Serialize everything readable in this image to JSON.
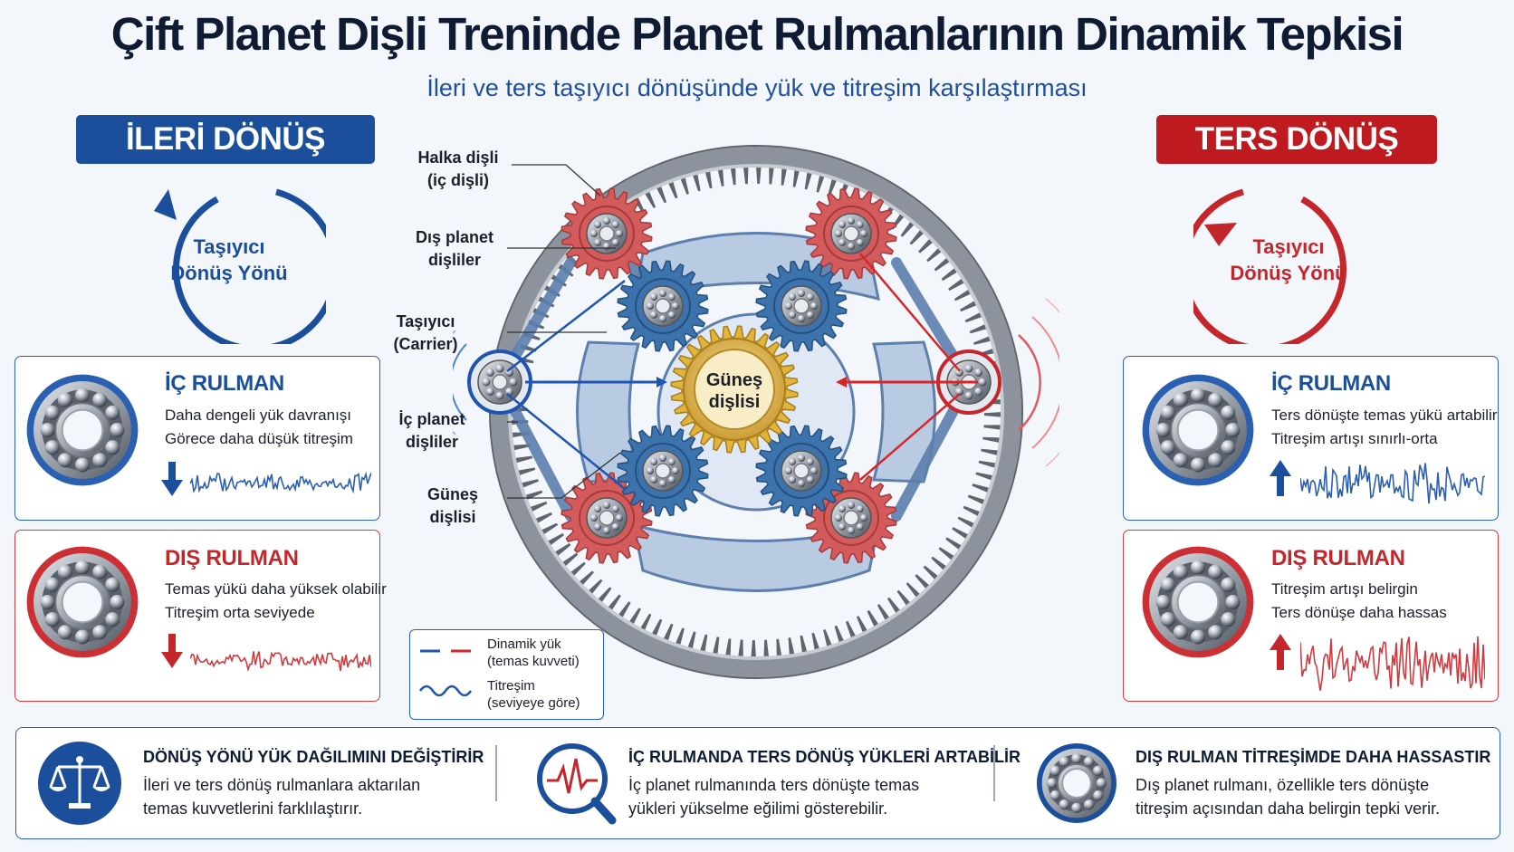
{
  "title": "Çift Planet Dişli Treninde Planet Rulmanlarının Dinamik Tepkisi",
  "subtitle": "İleri ve ters taşıyıcı dönüşünde yük ve titreşim karşılaştırması",
  "colors": {
    "blue": "#1b4f9c",
    "red": "#bf1a1f",
    "gear_blue": "#3d73ad",
    "gear_red": "#d35b5c",
    "sun": "#e0b53c",
    "carrier": "#b9cbe3"
  },
  "forward": {
    "badge": "İLERİ DÖNÜŞ",
    "rotation_label": [
      "Taşıyıcı",
      "Dönüş Yönü"
    ],
    "rotation_icon": "counterclockwise-arrow-icon",
    "inner_card": {
      "title": "İÇ RULMAN",
      "lines": [
        "Daha dengeli yük davranışı",
        "Görece daha düşük titreşim"
      ],
      "trend": "down"
    },
    "outer_card": {
      "title": "DIŞ RULMAN",
      "lines": [
        "Temas yükü daha yüksek olabilir",
        "Titreşim orta seviyede"
      ],
      "trend": "down"
    }
  },
  "reverse": {
    "badge": "TERS DÖNÜŞ",
    "rotation_label": [
      "Taşıyıcı",
      "Dönüş Yönü"
    ],
    "rotation_icon": "clockwise-arrow-icon",
    "inner_card": {
      "title": "İÇ RULMAN",
      "lines": [
        "Ters dönüşte temas yükü artabilir",
        "Titreşim artışı sınırlı-orta"
      ],
      "trend": "up"
    },
    "outer_card": {
      "title": "DIŞ RULMAN",
      "lines": [
        "Titreşim artışı belirgin",
        "Ters dönüşe daha hassas"
      ],
      "trend": "up"
    }
  },
  "callouts": {
    "ring_gear": [
      "Halka dişli",
      "(iç dişli)"
    ],
    "outer_planet": [
      "Dış planet",
      "dişliler"
    ],
    "carrier": [
      "Taşıyıcı",
      "(Carrier)"
    ],
    "inner_planet": [
      "İç planet",
      "dişliler"
    ],
    "sun_gear": [
      "Güneş",
      "dişlisi"
    ]
  },
  "sun_label": [
    "Güneş",
    "dişlisi"
  ],
  "legend": {
    "load": [
      "Dinamik yük",
      "(temas kuvveti)"
    ],
    "vibration": [
      "Titreşim",
      "(seviyeye göre)"
    ]
  },
  "bottom": [
    {
      "icon": "balance-scale-icon",
      "title": "DÖNÜŞ YÖNÜ YÜK DAĞILIMINI DEĞİŞTİRİR",
      "lines": [
        "İleri ve ters dönüş rulmanlara aktarılan",
        "temas kuvvetlerini farklılaştırır."
      ]
    },
    {
      "icon": "waveform-magnifier-icon",
      "title": "İÇ RULMANDA TERS DÖNÜŞ YÜKLERİ ARTABİLİR",
      "lines": [
        "İç planet rulmanında ters dönüşte temas",
        "yükleri yükselme eğilimi gösterebilir."
      ]
    },
    {
      "icon": "bearing-icon",
      "title": "DIŞ RULMAN TİTREŞİMDE DAHA HASSASTIR",
      "lines": [
        "Dış planet rulmanı, özellikle ters dönüşte",
        "titreşim açısından daha belirgin tepki verir."
      ]
    }
  ]
}
